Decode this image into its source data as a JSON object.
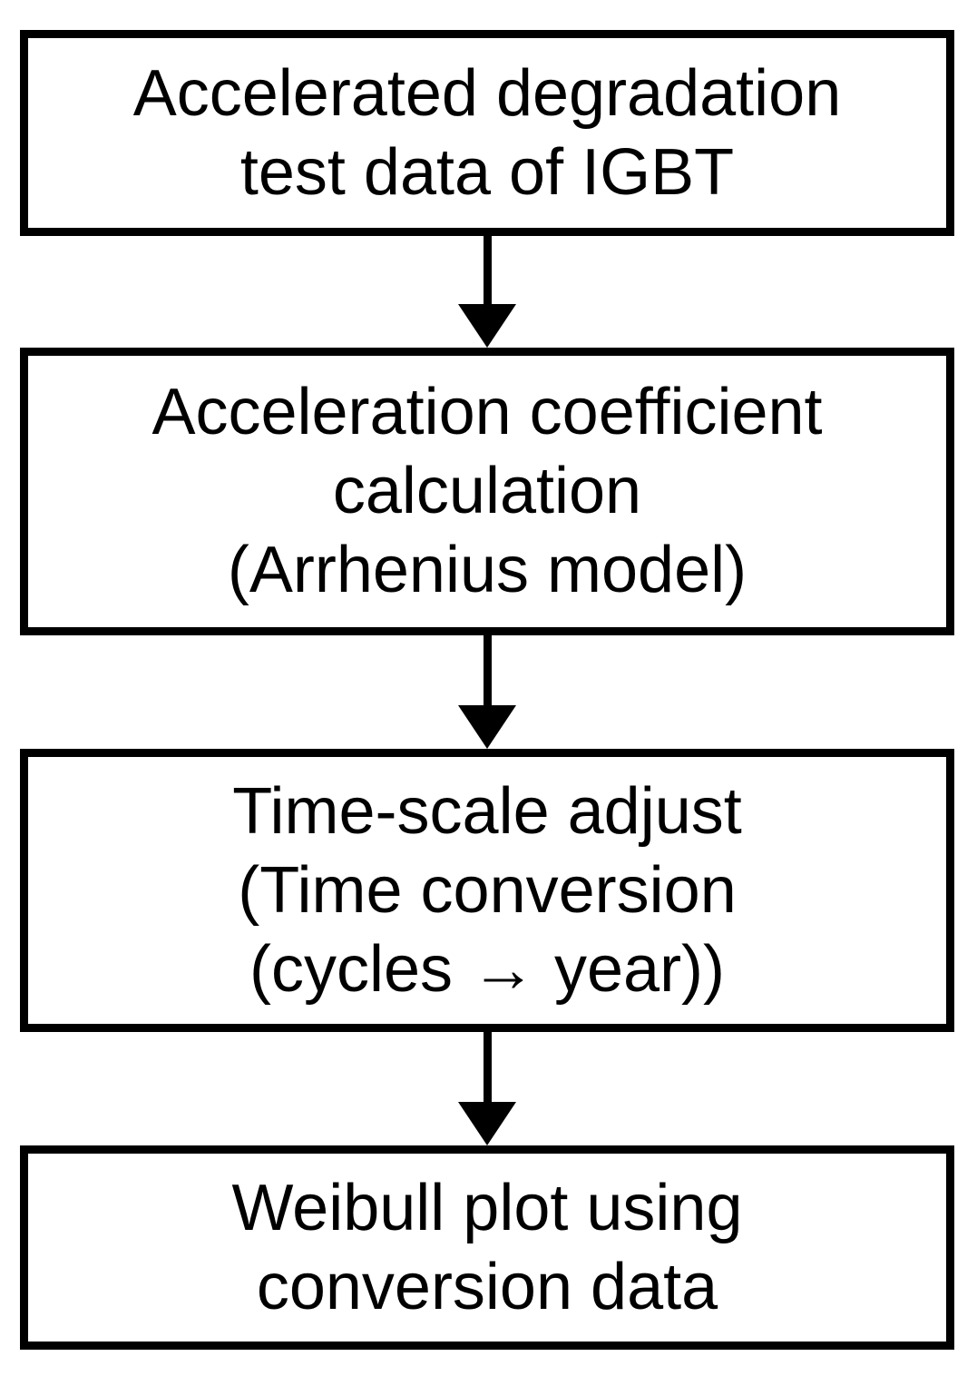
{
  "diagram": {
    "type": "flowchart",
    "boxes": [
      {
        "lines": [
          "Accelerated degradation",
          "test data of IGBT"
        ]
      },
      {
        "lines": [
          "Acceleration coefficient",
          "calculation",
          "(Arrhenius model)"
        ]
      },
      {
        "lines": [
          "Time-scale adjust",
          "(Time conversion",
          "(cycles → year))"
        ]
      },
      {
        "lines": [
          "Weibull plot using",
          "conversion data"
        ]
      }
    ],
    "colors": {
      "background": "#ffffff",
      "box_fill": "#ffffff",
      "box_border": "#000000",
      "text": "#000000",
      "arrow": "#000000"
    }
  }
}
